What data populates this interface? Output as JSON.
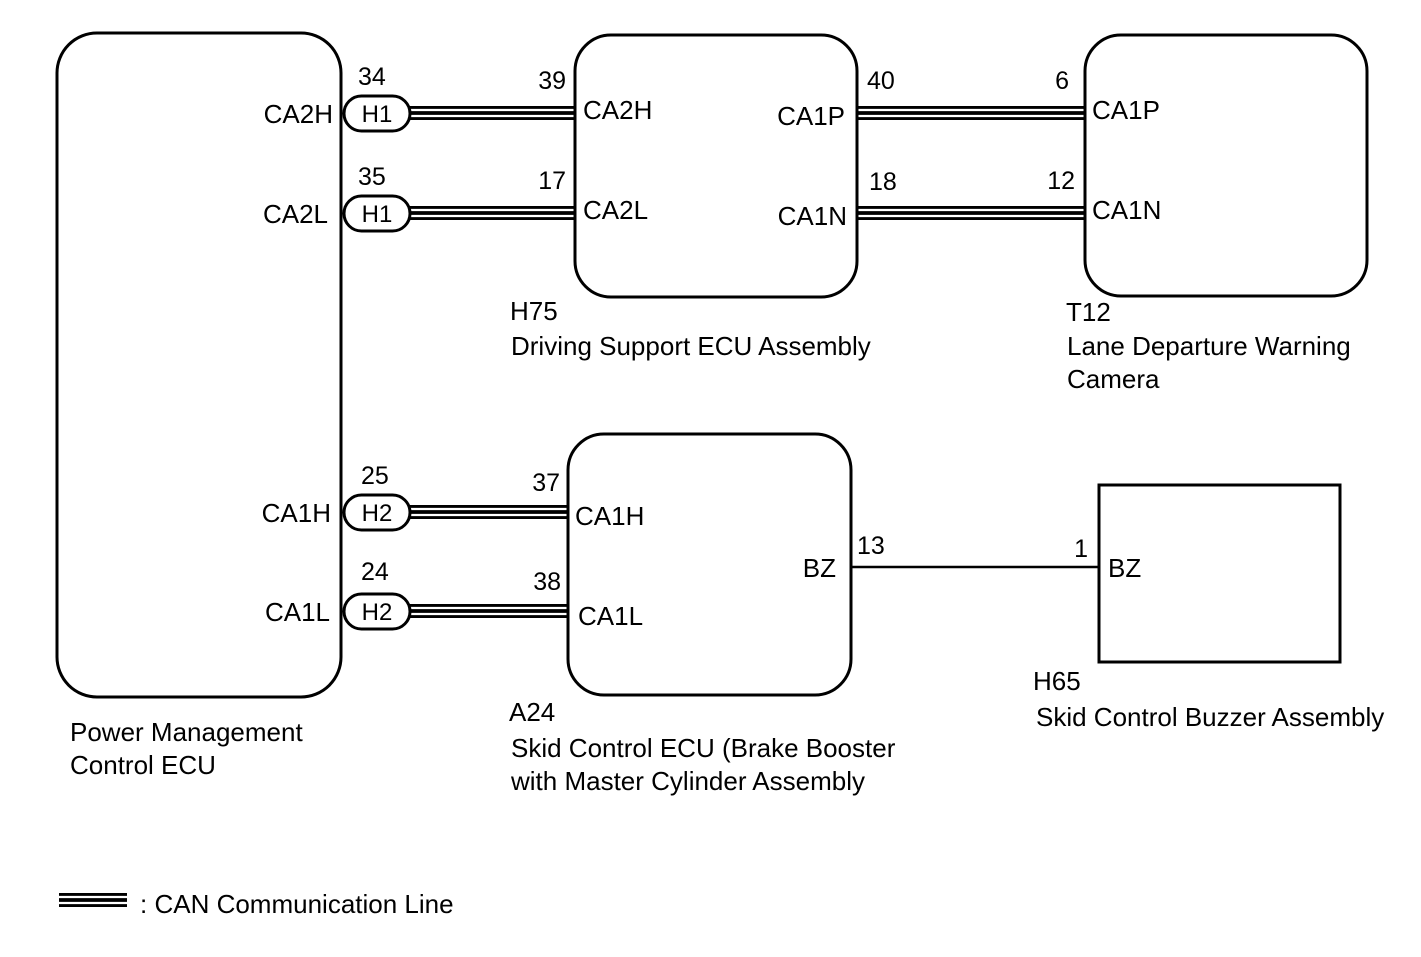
{
  "components": {
    "pmc": {
      "name_line1": "Power Management",
      "name_line2": "Control ECU",
      "pins": {
        "ca2h": "CA2H",
        "ca2l": "CA2L",
        "ca1h": "CA1H",
        "ca1l": "CA1L"
      }
    },
    "dsecu": {
      "code": "H75",
      "name": "Driving Support ECU Assembly",
      "pins": {
        "ca2h": "CA2H",
        "ca2l": "CA2L",
        "ca1p": "CA1P",
        "ca1n": "CA1N"
      }
    },
    "ldw": {
      "code": "T12",
      "name_line1": "Lane Departure Warning",
      "name_line2": "Camera",
      "pins": {
        "ca1p": "CA1P",
        "ca1n": "CA1N"
      }
    },
    "skid": {
      "code": "A24",
      "name_line1": "Skid Control ECU (Brake Booster",
      "name_line2": "with Master Cylinder Assembly",
      "pins": {
        "ca1h": "CA1H",
        "ca1l": "CA1L",
        "bz": "BZ"
      }
    },
    "buzzer": {
      "code": "H65",
      "name": "Skid Control Buzzer Assembly",
      "pins": {
        "bz": "BZ"
      }
    }
  },
  "connectors": {
    "h1a": "H1",
    "h1b": "H1",
    "h2a": "H2",
    "h2b": "H2"
  },
  "pin_numbers": {
    "pmc_ca2h": "34",
    "pmc_ca2l": "35",
    "pmc_ca1h": "25",
    "pmc_ca1l": "24",
    "ds_ca2h": "39",
    "ds_ca2l": "17",
    "ds_ca1p": "40",
    "ds_ca1n": "18",
    "ldw_ca1p": "6",
    "ldw_ca1n": "12",
    "skid_ca1h": "37",
    "skid_ca1l": "38",
    "skid_bz": "13",
    "buzzer_bz": "1"
  },
  "legend": {
    "text": ": CAN Communication Line"
  }
}
